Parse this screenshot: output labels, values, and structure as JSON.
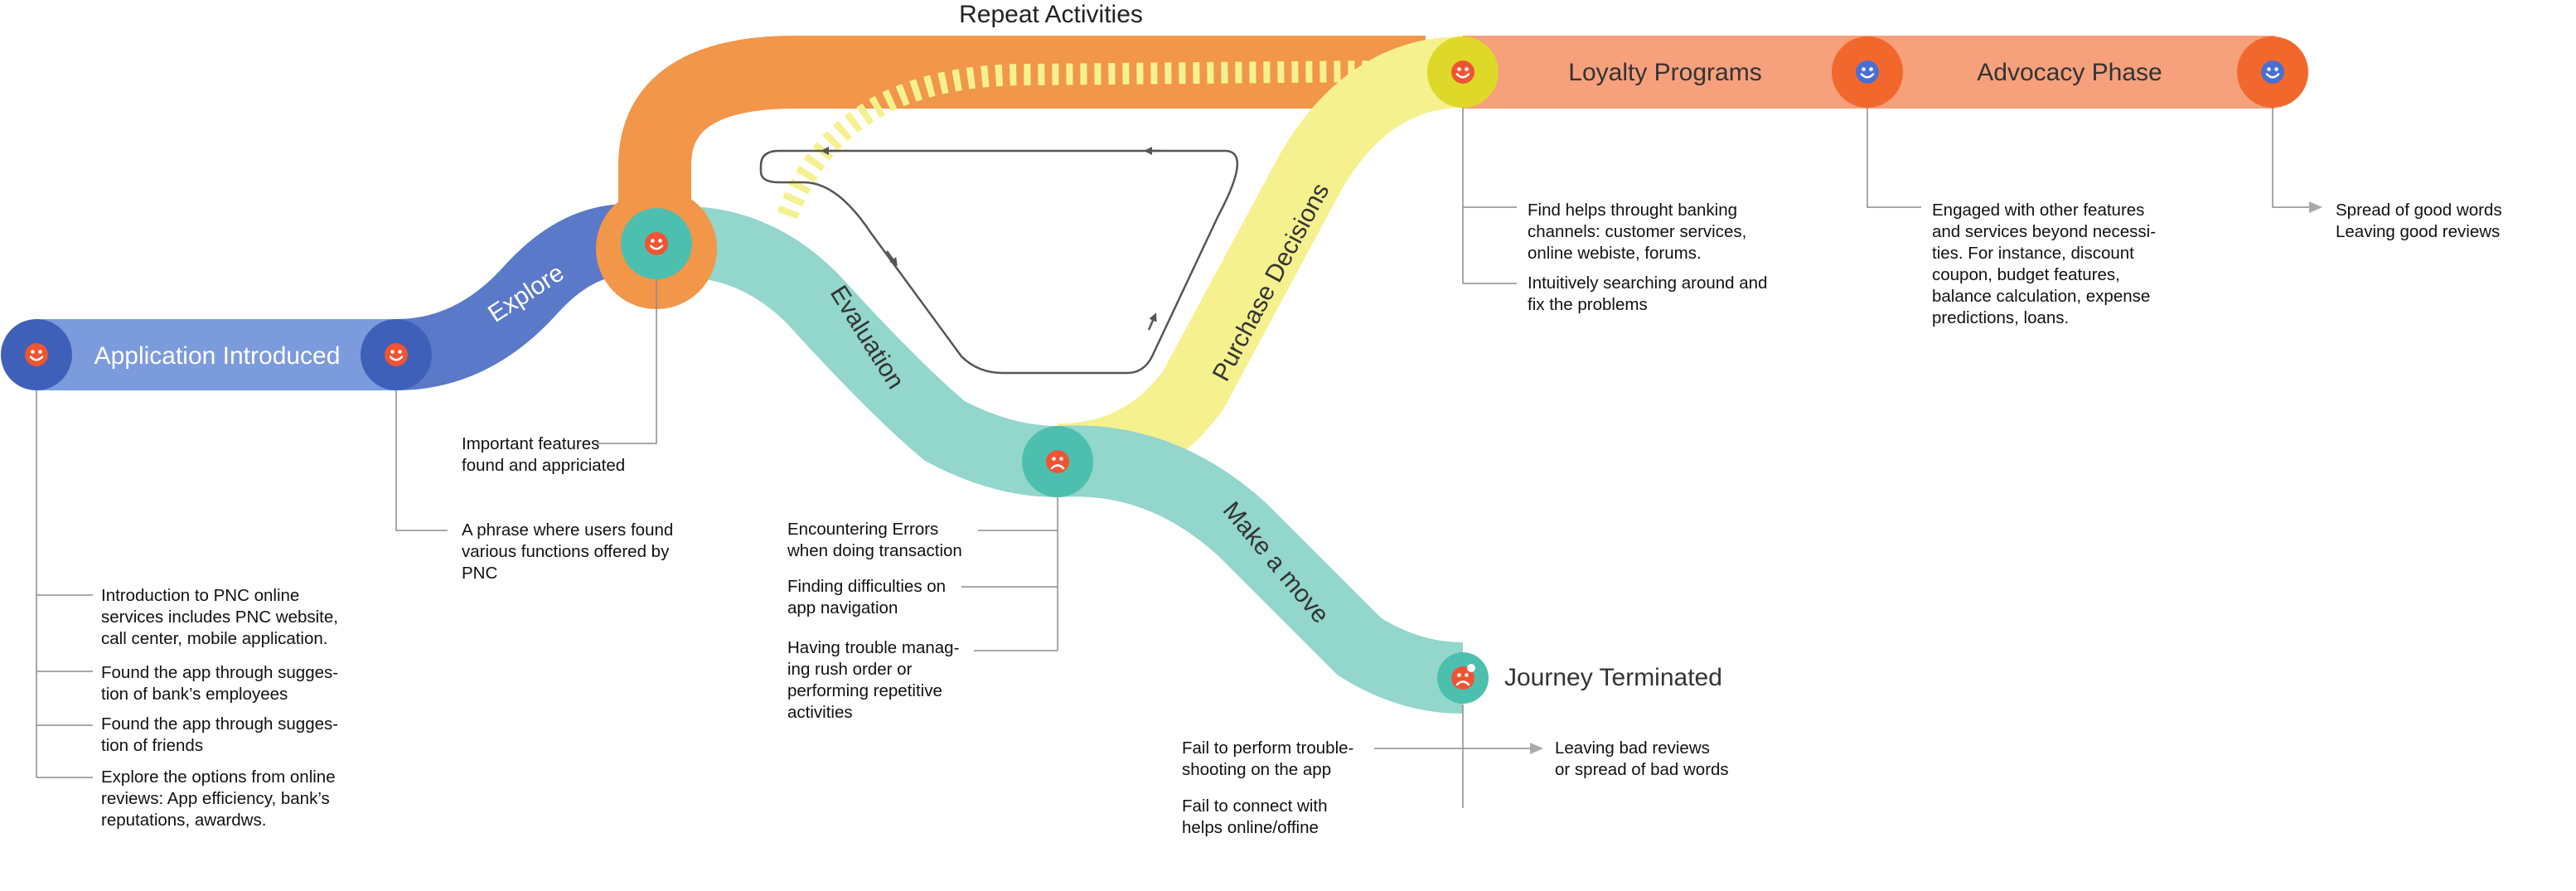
{
  "title": "Repeat Activities",
  "colors": {
    "blue_track": "#7b9bdc",
    "blue_dark": "#5b79c9",
    "blue_node": "#3f60b8",
    "orange_track": "#f2964a",
    "teal_track": "#93d6cb",
    "teal_node": "#4dbfae",
    "yellow_track": "#f6f18f",
    "yellow_node": "#ded828",
    "salmon_track": "#f6a07c",
    "salmon_node": "#f2682c",
    "face_red": "#ef5433",
    "face_blue": "#4a6fd4"
  },
  "stages": {
    "application_introduced": "Application Introduced",
    "explore": "Explore",
    "evaluation": "Evaluation",
    "purchase_decisions": "Purchase Decisions",
    "make_a_move": "Make a move",
    "journey_terminated": "Journey Terminated",
    "loyalty_programs": "Loyalty Programs",
    "advocacy_phase": "Advocacy Phase"
  },
  "notes": {
    "intro": [
      [
        "Introduction to PNC online",
        "services includes PNC website,",
        "call center, mobile application."
      ],
      [
        "Found the app through sugges-",
        "tion of bank’s employees"
      ],
      [
        "Found the app through sugges-",
        "tion of friends"
      ],
      [
        "Explore the options from online",
        "reviews: App efficiency, bank’s",
        "reputations, awardws."
      ]
    ],
    "explore_phrase": [
      "A phrase where users found",
      "various functions offered by",
      "PNC"
    ],
    "important_features": [
      "Important features",
      "found and appriciated"
    ],
    "evaluation": [
      [
        "Encountering Errors",
        "when doing transaction"
      ],
      [
        "Finding difficulties on",
        "app navigation"
      ],
      [
        "Having trouble manag-",
        "ing rush order or",
        "performing repetitive",
        "activities"
      ]
    ],
    "terminated_causes": [
      [
        "Fail to perform trouble-",
        "shooting on the app"
      ],
      [
        "Fail to connect with",
        "helps online/offine"
      ]
    ],
    "terminated_result": [
      "Leaving bad reviews",
      "or spread of bad words"
    ],
    "loyalty": [
      [
        "Find helps throught banking",
        "channels: customer services,",
        "online webiste, forums."
      ],
      [
        "Intuitively searching around and",
        "fix the problems"
      ]
    ],
    "advocacy": [
      "Engaged with other features",
      "and services beyond necessi-",
      "ties. For instance, discount",
      "coupon, budget features,",
      "balance calculation, expense",
      "predictions, loans."
    ],
    "advocacy_result": [
      "Spread of good words",
      "Leaving good reviews"
    ]
  }
}
